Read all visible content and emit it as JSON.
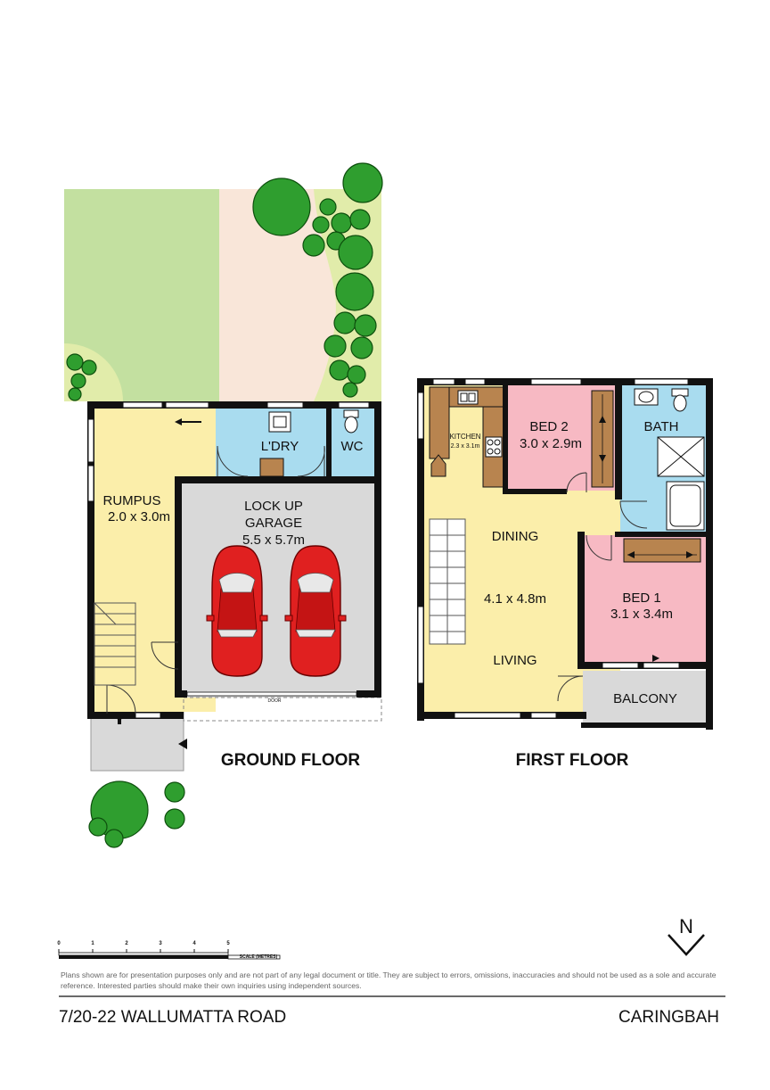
{
  "ground_floor": {
    "heading": "GROUND FLOOR",
    "rooms": {
      "rumpus": {
        "name": "RUMPUS",
        "size": "2.0 x 3.0m"
      },
      "laundry": {
        "name": "L'DRY"
      },
      "wc": {
        "name": "WC"
      },
      "garage": {
        "line1": "LOCK UP",
        "line2": "GARAGE",
        "size": "5.5 x 5.7m"
      },
      "door_label": "DOOR"
    }
  },
  "first_floor": {
    "heading": "FIRST FLOOR",
    "rooms": {
      "kitchen": {
        "name": "KITCHEN",
        "size": "2.3 x 3.1m"
      },
      "bed2": {
        "name": "BED 2",
        "size": "3.0 x 2.9m"
      },
      "bath": {
        "name": "BATH"
      },
      "dining": {
        "name": "DINING"
      },
      "living_size": "4.1 x 4.8m",
      "living": {
        "name": "LIVING"
      },
      "bed1": {
        "name": "BED 1",
        "size": "3.1 x 3.4m"
      },
      "balcony": {
        "name": "BALCONY"
      }
    }
  },
  "scale": {
    "ticks": [
      "0",
      "1",
      "2",
      "3",
      "4",
      "5"
    ],
    "label": "SCALE (METRES)"
  },
  "north": {
    "label": "N"
  },
  "disclaimer": "Plans shown are for presentation purposes only and are not part of any legal document or title. They are subject to errors, omissions, inaccuracies and should not be used as a sole and accurate reference. Interested parties should make their own inquiries using independent sources.",
  "address": "7/20-22 WALLUMATTA ROAD",
  "suburb": "CARINGBAH",
  "colors": {
    "rumpus": "#fbeeaa",
    "wet_areas": "#a9dcef",
    "garage": "#d9d9d9",
    "bedrooms": "#f7b9c3",
    "living": "#fbeeaa",
    "kitchen_bench": "#b8844f",
    "balcony": "#d9d9d9",
    "lawn": "#c3e0a0",
    "paving": "#f9e6d9",
    "garden_bed": "#e1ecaa",
    "car": "#e02020",
    "wall": "#111111"
  }
}
